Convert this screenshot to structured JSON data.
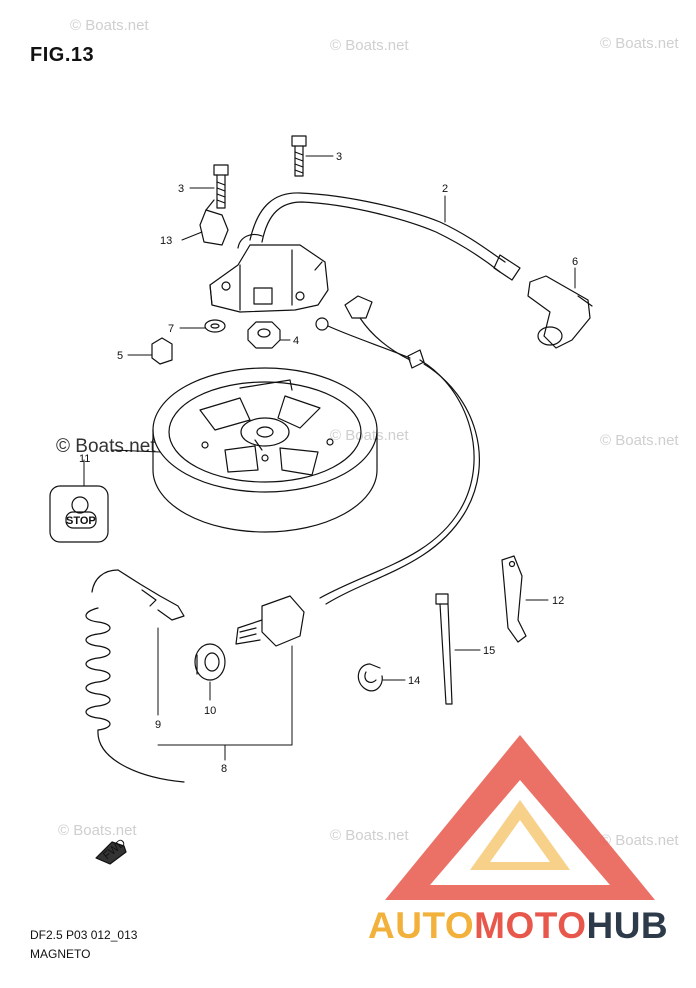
{
  "figure": {
    "title": "FIG.13",
    "code": "DF2.5 P03 012_013",
    "name": "MAGNETO"
  },
  "callouts": [
    "2",
    "3",
    "3",
    "4",
    "5",
    "6",
    "7",
    "8",
    "9",
    "10",
    "11",
    "12",
    "13",
    "14",
    "15"
  ],
  "watermark": "© Boats.net",
  "stop_label": "STOP",
  "fwd_label": "FWD",
  "brand": {
    "part1": "AUTO",
    "part2": "MOTO",
    "part3": "HUB"
  },
  "colors": {
    "line": "#111111",
    "watermark": "#cfcfcf",
    "logo_red": "#e8574b",
    "logo_orange": "#f2b13a",
    "logo_dark": "#2d3a4a"
  }
}
